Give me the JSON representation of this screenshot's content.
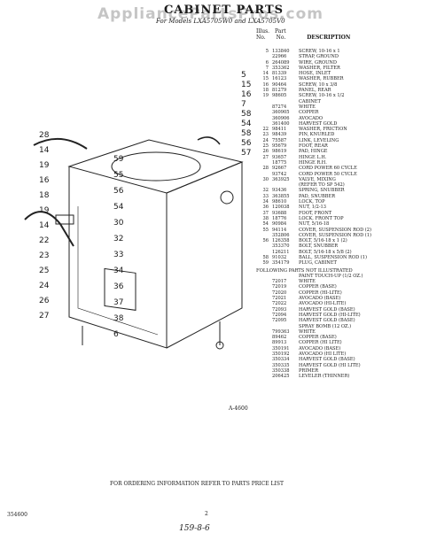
{
  "watermark": "AppliancePartsPros.com",
  "title": "CABINET PARTS",
  "subtitle": "For Models LXA5705W0 and LXA5705V0",
  "headers": {
    "illus": "Illus.",
    "no": "No.",
    "part": "Part",
    "part_no": "No.",
    "description": "DESCRIPTION"
  },
  "parts": [
    {
      "i": "5",
      "p": "133840",
      "d": "SCREW, 10-16 x 1"
    },
    {
      "i": "",
      "p": "22966",
      "d": "STRAP, GROUND"
    },
    {
      "i": "6",
      "p": "264089",
      "d": "WIRE, GROUND"
    },
    {
      "i": "7",
      "p": "353362",
      "d": "WASHER, FILTER"
    },
    {
      "i": "14",
      "p": "81339",
      "d": "HOSE, INLET"
    },
    {
      "i": "15",
      "p": "16123",
      "d": "WASHER, RUBBER"
    },
    {
      "i": "16",
      "p": "90464",
      "d": "SCREW, 10 x 3/8"
    },
    {
      "i": "18",
      "p": "81279",
      "d": "PANEL, REAR"
    },
    {
      "i": "19",
      "p": "98605",
      "d": "SCREW, 10-16 x 1/2"
    },
    {
      "i": "",
      "p": "",
      "d": "CABINET"
    },
    {
      "i": "",
      "p": "87274",
      "d": "WHITE"
    },
    {
      "i": "",
      "p": "360905",
      "d": "COPPER"
    },
    {
      "i": "",
      "p": "360906",
      "d": "AVOCADO"
    },
    {
      "i": "",
      "p": "361400",
      "d": "HARVEST GOLD"
    },
    {
      "i": "22",
      "p": "98411",
      "d": "WASHER, FRICTION"
    },
    {
      "i": "23",
      "p": "98439",
      "d": "PIN, KNURLED"
    },
    {
      "i": "24",
      "p": "75587",
      "d": "LINK, LEVELING"
    },
    {
      "i": "25",
      "p": "95679",
      "d": "FOOT, REAR"
    },
    {
      "i": "26",
      "p": "98619",
      "d": "PAD, HINGE"
    },
    {
      "i": "27",
      "p": "93657",
      "d": "HINGE L.H."
    },
    {
      "i": "",
      "p": "18775",
      "d": "HINGE R.H."
    },
    {
      "i": "28",
      "p": "92667",
      "d": "CORD POWER 60 CYCLE"
    },
    {
      "i": "",
      "p": "93742",
      "d": "CORD POWER 50 CYCLE"
    },
    {
      "i": "30",
      "p": "363925",
      "d": "VALVE, MIXING"
    },
    {
      "i": "",
      "p": "",
      "d": "(REFER TO SP 542)"
    },
    {
      "i": "32",
      "p": "93436",
      "d": "SPRING, SNUBBER"
    },
    {
      "i": "33",
      "p": "363855",
      "d": "PAD, SNUBBER"
    },
    {
      "i": "34",
      "p": "98610",
      "d": "LOCK, TOP"
    },
    {
      "i": "36",
      "p": "120038",
      "d": "NUT, 1/2-13"
    },
    {
      "i": "37",
      "p": "93688",
      "d": "FOOT, FRONT"
    },
    {
      "i": "38",
      "p": "18776",
      "d": "LOCK, FRONT TOP"
    },
    {
      "i": "54",
      "p": "90984",
      "d": "NUT, 5/16-18"
    },
    {
      "i": "55",
      "p": "94114",
      "d": "COVER, SUSPENSION ROD (2)"
    },
    {
      "i": "",
      "p": "352806",
      "d": "COVER, SUSPENSION ROD (1)"
    },
    {
      "i": "56",
      "p": "126358",
      "d": "BOLT, 5/16-18 x 1 (2)"
    },
    {
      "i": "",
      "p": "353370",
      "d": "BOLT, SNUBBER"
    },
    {
      "i": "",
      "p": "126211",
      "d": "BOLT, 5/16-18 x 5/8 (2)"
    },
    {
      "i": "58",
      "p": "91032",
      "d": "BALL, SUSPENSION ROD (1)"
    },
    {
      "i": "59",
      "p": "354179",
      "d": "PLUG, CABINET"
    }
  ],
  "section2_title": "FOLLOWING PARTS NOT ILLUSTRATED",
  "parts2": [
    {
      "i": "",
      "p": "",
      "d": "PAINT TOUCH-UP (1/2 OZ.)"
    },
    {
      "i": "",
      "p": "72017",
      "d": "WHITE"
    },
    {
      "i": "",
      "p": "72019",
      "d": "COPPER (BASE)"
    },
    {
      "i": "",
      "p": "72020",
      "d": "COPPER (HI-LITE)"
    },
    {
      "i": "",
      "p": "72021",
      "d": "AVOCADO (BASE)"
    },
    {
      "i": "",
      "p": "72022",
      "d": "AVOCADO (HI-LITE)"
    },
    {
      "i": "",
      "p": "72093",
      "d": "HARVEST GOLD (BASE)"
    },
    {
      "i": "",
      "p": "72094",
      "d": "HARVEST GOLD (HI-LITE)"
    },
    {
      "i": "",
      "p": "72095",
      "d": "HARVEST GOLD (BASE)"
    },
    {
      "i": "",
      "p": "",
      "d": "SPRAY BOMB (12 OZ.)"
    },
    {
      "i": "",
      "p": "799363",
      "d": "WHITE"
    },
    {
      "i": "",
      "p": "89462",
      "d": "COPPER (BASE)"
    },
    {
      "i": "",
      "p": "89913",
      "d": "COPPER (HI LITE)"
    },
    {
      "i": "",
      "p": "350191",
      "d": "AVOCADO (BASE)"
    },
    {
      "i": "",
      "p": "350192",
      "d": "AVOCADO (HI LITE)"
    },
    {
      "i": "",
      "p": "350334",
      "d": "HARVEST GOLD (BASE)"
    },
    {
      "i": "",
      "p": "350335",
      "d": "HARVEST GOLD (HI LITE)"
    },
    {
      "i": "",
      "p": "350338",
      "d": "PRIMER"
    },
    {
      "i": "",
      "p": "206425",
      "d": "LEVELER (THINNER)"
    }
  ],
  "diagram_code": "A-4600",
  "footer_note": "FOR ORDERING INFORMATION REFER TO PARTS PRICE LIST",
  "footer_code": "354600",
  "page_number": "2",
  "handwritten": "159-8-6",
  "callouts_left": [
    "28",
    "14",
    "19",
    "16",
    "18",
    "19",
    "14",
    "22",
    "23",
    "25",
    "24",
    "26",
    "27"
  ],
  "callouts_mid": [
    "59",
    "55",
    "56",
    "54",
    "30",
    "32",
    "33",
    "34",
    "36",
    "37",
    "38",
    "6"
  ],
  "callouts_right": [
    "5",
    "15",
    "16",
    "7",
    "58",
    "54",
    "58",
    "56",
    "57"
  ]
}
